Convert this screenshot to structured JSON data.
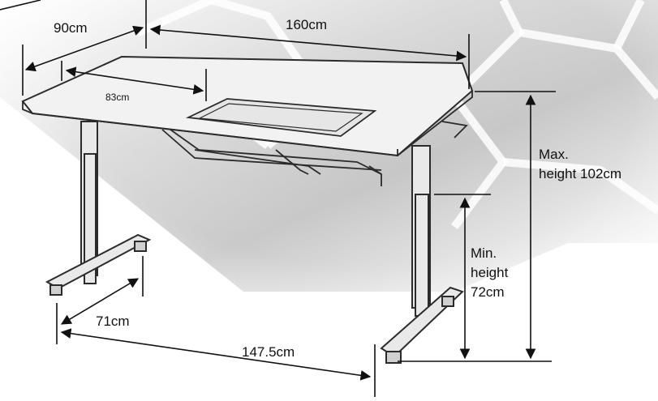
{
  "diagram": {
    "labels": {
      "depth_top": "90cm",
      "width_top": "160cm",
      "cutout_offset": "83cm",
      "max_height_line1": "Max.",
      "max_height_line2": "height 102cm",
      "min_height_line1": "Min.",
      "min_height_line2": "height",
      "min_height_line3": "72cm",
      "foot_depth": "71cm",
      "foot_span": "147.5cm"
    },
    "colors": {
      "background_tile": "#c9c9c9",
      "background_grout": "#ffffff",
      "ink": "#111111",
      "table_top": "#f2f2f2"
    }
  }
}
